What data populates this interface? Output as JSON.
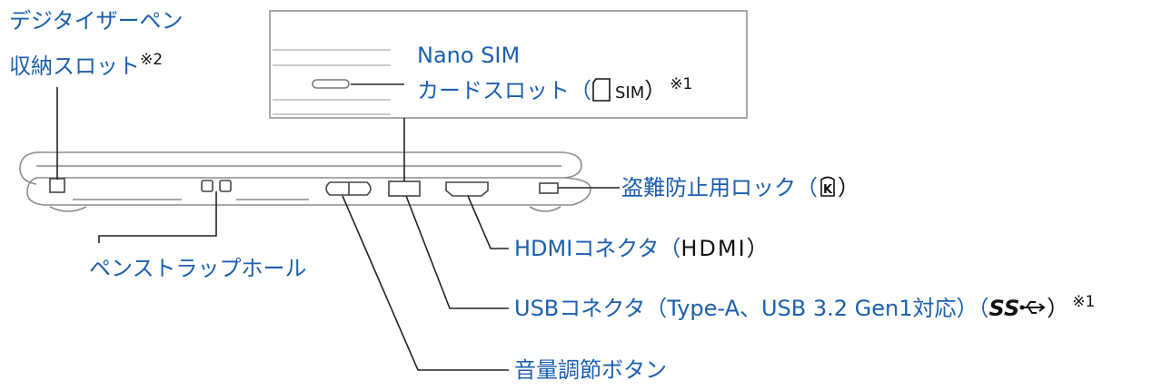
{
  "labels": {
    "digitizer_pen_line1": "デジタイザーペン",
    "digitizer_pen_line2": "収納スロット",
    "digitizer_pen_note": "※2",
    "nano_sim_line1": "Nano SIM",
    "nano_sim_line2": "カードスロット（",
    "nano_sim_icon_text": "SIM",
    "nano_sim_close": "）",
    "nano_sim_note": "※1",
    "security_lock": "盗難防止用ロック（",
    "security_lock_icon": "K",
    "security_lock_close": "）",
    "hdmi_connector": "HDMIコネクタ（",
    "hdmi_mark": "HDMI",
    "hdmi_close": "）",
    "pen_strap_hole": "ペンストラップホール",
    "usb_connector": "USBコネクタ（Type-A、USB 3.2 Gen1対応）（",
    "usb_ss_mark": "SS",
    "usb_close": "）",
    "usb_note": "※1",
    "volume_button": "音量調節ボタン"
  },
  "colors": {
    "label": "#1b5fae",
    "line": "#222222",
    "outline": "#8c8c8c",
    "text_dark": "#111111"
  }
}
